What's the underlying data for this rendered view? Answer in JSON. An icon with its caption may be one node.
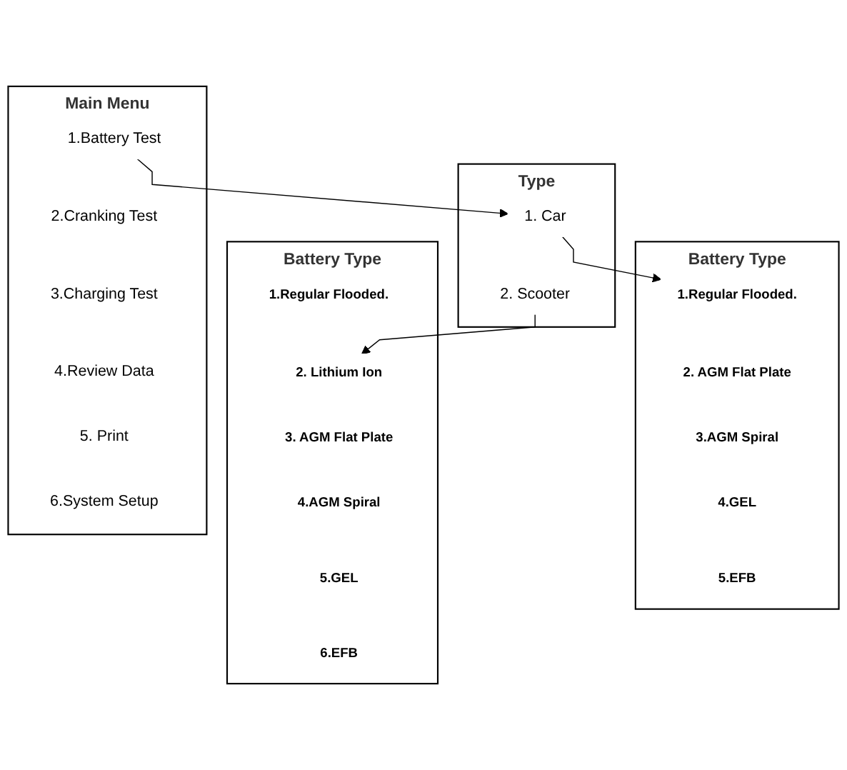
{
  "diagram": {
    "nodes": [
      {
        "text": [
          "Main Menu"
        ]
      },
      {
        "text": [
          "1.Battery Test"
        ],
        "in": 0
      },
      {
        "text": [
          "2.Cranking Test"
        ],
        "in": 0
      },
      {
        "text": [
          "3.Charging Test"
        ],
        "in": 0
      },
      {
        "text": [
          "4.Review Data"
        ],
        "in": 0
      },
      {
        "text": [
          "5. Print"
        ],
        "in": 0
      },
      {
        "text": [
          "6.System Setup"
        ],
        "in": 0
      },
      {
        "text": [
          "Type"
        ]
      },
      {
        "text": [
          "1. Car"
        ],
        "in": 7
      },
      {
        "text": [
          "2. Scooter"
        ],
        "in": 7
      },
      {
        "text": [
          "Battery Type"
        ]
      },
      {
        "text": [
          "1.Regular Flooded."
        ],
        "in": 10
      },
      {
        "text": [
          "2. Lithium Ion"
        ],
        "in": 10
      },
      {
        "text": [
          "3. AGM Flat Plate"
        ],
        "in": 10
      },
      {
        "text": [
          "4.AGM Spiral"
        ],
        "in": 10
      },
      {
        "text": [
          "5.GEL"
        ],
        "in": 10
      },
      {
        "text": [
          "6.EFB"
        ],
        "in": 10
      },
      {
        "text": [
          "Battery Type"
        ]
      },
      {
        "text": [
          "1.Regular Flooded."
        ],
        "in": 17
      },
      {
        "text": [
          "2. AGM Flat Plate"
        ],
        "in": 17
      },
      {
        "text": [
          "3.AGM Spiral"
        ],
        "in": 17
      },
      {
        "text": [
          "4.GEL"
        ],
        "in": 17
      },
      {
        "text": [
          "5.EFB"
        ],
        "in": 17
      }
    ],
    "edges": [
      {
        "from": 1,
        "to": 8,
        "arrow": "to"
      },
      {
        "from": 8,
        "to": 18,
        "arrow": "to"
      },
      {
        "from": 9,
        "to": 12,
        "arrow": "to"
      }
    ]
  }
}
